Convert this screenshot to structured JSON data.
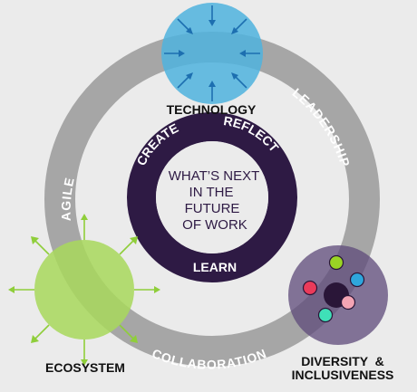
{
  "center": {
    "line1": "WHAT’S NEXT",
    "line2": "IN THE",
    "line3": "FUTURE",
    "line4": "OF WORK"
  },
  "inner_ring": {
    "create": "CREATE",
    "reflect": "REFLECT",
    "learn": "LEARN"
  },
  "outer_ring": {
    "agile": "AGILE",
    "leadership": "LEADERSHIP",
    "collaboration": "COLLABORATION"
  },
  "nodes": {
    "technology": "TECHNOLOGY",
    "ecosystem": "ECOSYSTEM",
    "diversity_line1": "DIVERSITY  &",
    "diversity_line2": "INCLUSIVENESS"
  },
  "colors": {
    "background": "#ebebeb",
    "outer_ring": "#a6a6a6",
    "inner_ring": "#2e1a44",
    "technology": "#4fb3de",
    "technology_arrows": "#1d6fb0",
    "ecosystem": "#a8d85c",
    "ecosystem_arrows": "#8fce3a",
    "diversity": "#5e4a7a",
    "dot_green": "#9ad424",
    "dot_blue": "#2ea6dc",
    "dot_red": "#ea3b5a",
    "dot_pink": "#f4a4b4",
    "dot_teal": "#3fe0b8",
    "dot_center": "#2a1638"
  }
}
